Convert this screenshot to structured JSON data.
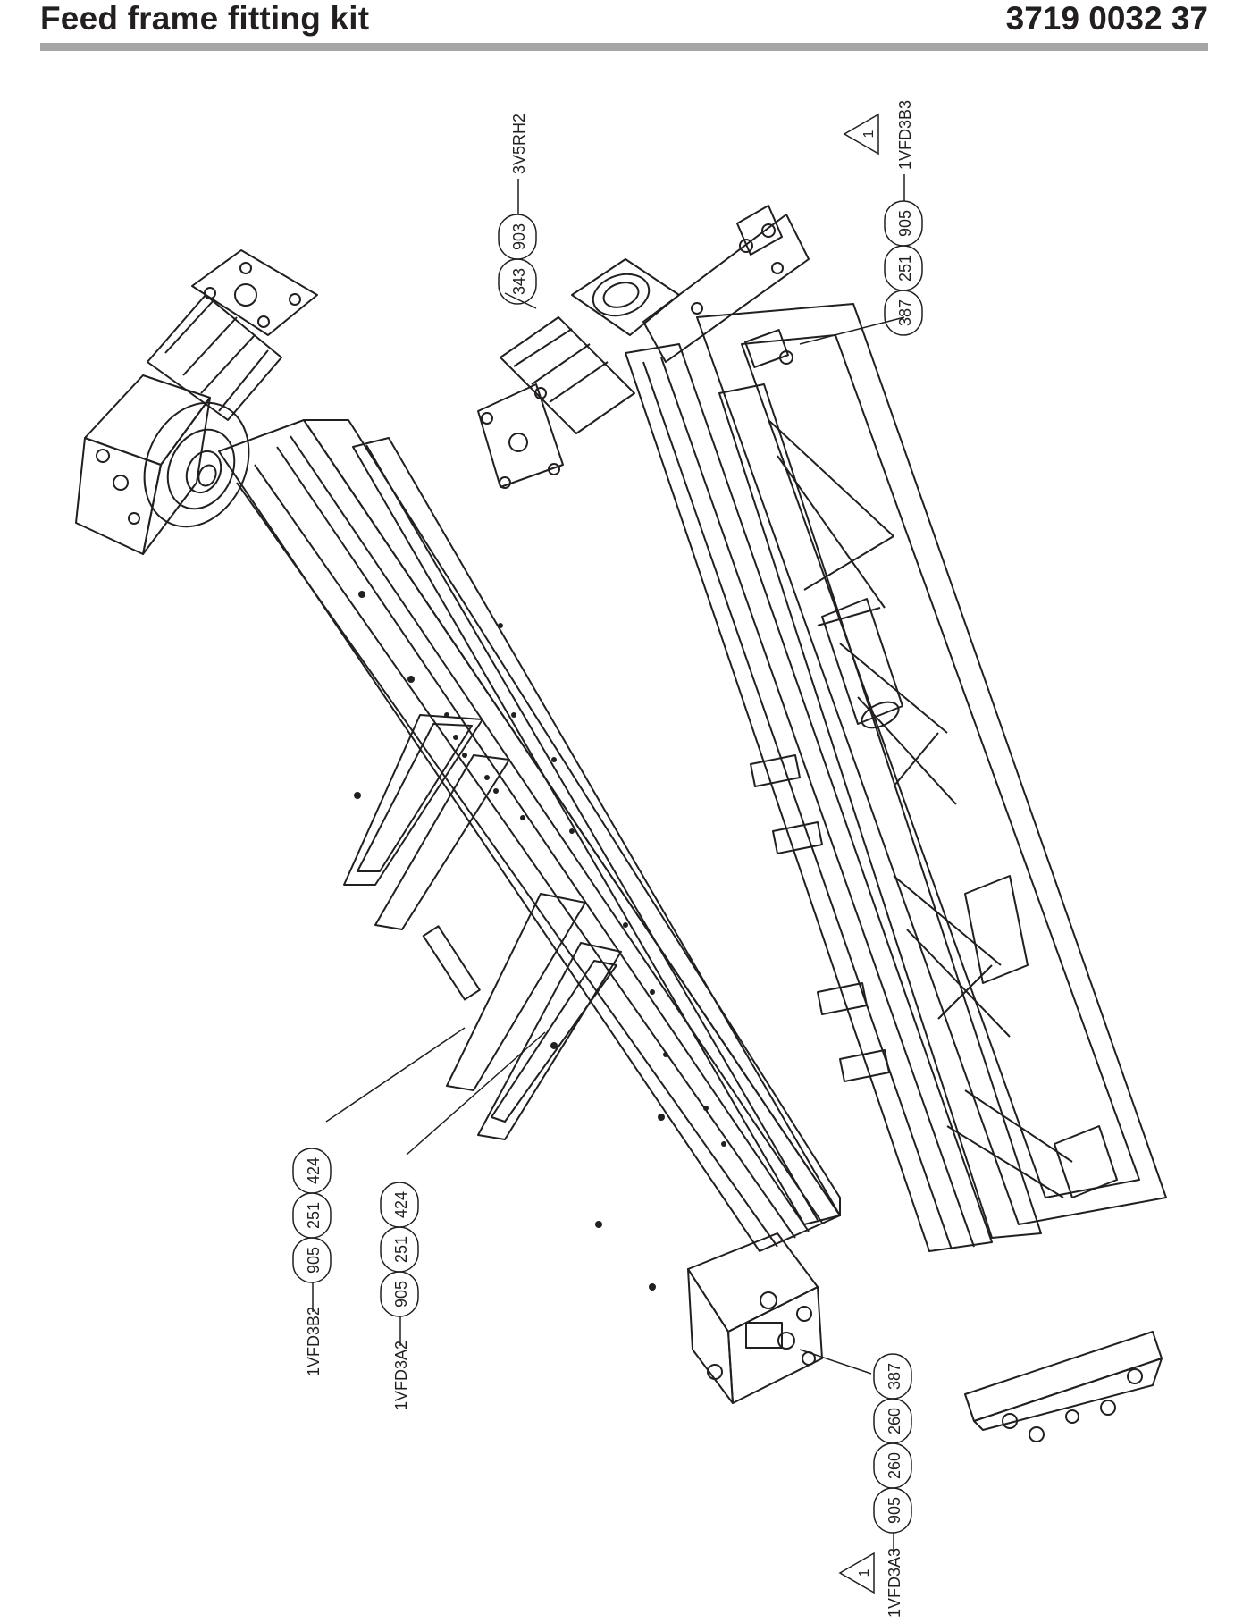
{
  "header": {
    "title": "Feed frame fitting kit",
    "part_number": "3719 0032 37"
  },
  "callouts": {
    "top_left_balloons": [
      "343",
      "903"
    ],
    "top_left_code": "3V5RH2",
    "top_right_balloons": [
      "387",
      "251",
      "905"
    ],
    "top_right_code": "1VFD3B3",
    "top_right_flag": "1",
    "mid_b2_balloons": [
      "905",
      "251",
      "424"
    ],
    "mid_b2_code": "1VFD3B2",
    "mid_a2_balloons": [
      "905",
      "251",
      "424"
    ],
    "mid_a2_code": "1VFD3A2",
    "bottom_balloons": [
      "905",
      "260",
      "260",
      "387"
    ],
    "bottom_code": "1VFD3A3",
    "bottom_flag": "1"
  }
}
